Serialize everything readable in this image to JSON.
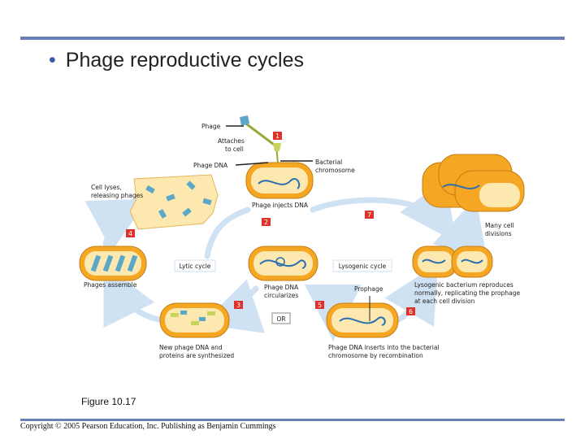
{
  "slide": {
    "bullet": "•",
    "title": "Phage reproductive cycles",
    "figure_label": "Figure 10.17",
    "copyright": "Copyright © 2005 Pearson Education, Inc. Publishing as Benjamin Cummings"
  },
  "diagram": {
    "labels": {
      "phage": "Phage",
      "attaches_1": "Attaches",
      "attaches_2": "to cell",
      "phage_dna": "Phage DNA",
      "bact_chrom_1": "Bacterial",
      "bact_chrom_2": "chromosome",
      "cell_lyses_1": "Cell lyses,",
      "cell_lyses_2": "releasing phages",
      "phage_injects": "Phage injects DNA",
      "many_cell_1": "Many cell",
      "many_cell_2": "divisions",
      "lytic_cycle": "Lytic cycle",
      "lysogenic_cycle": "Lysogenic cycle",
      "phages_assemble": "Phages assemble",
      "circularizes_1": "Phage DNA",
      "circularizes_2": "circularizes",
      "prophage": "Prophage",
      "lysogenic_bact_1": "Lysogenic bacterium reproduces",
      "lysogenic_bact_2": "normally, replicating the prophage",
      "lysogenic_bact_3": "at each cell division",
      "or": "OR",
      "new_dna_1": "New phage DNA and",
      "new_dna_2": "proteins are synthesized",
      "inserts_1": "Phage DNA inserts into the bacterial",
      "inserts_2": "chromosome by recombination"
    },
    "steps": {
      "s1": "1",
      "s2": "2",
      "s3": "3",
      "s4": "4",
      "s5": "5",
      "s6": "6",
      "s7": "7"
    },
    "colors": {
      "cell_fill": "#f5a623",
      "cell_inner": "#fde8b0",
      "dna": "#2a6fb0",
      "arrow": "#cfe2f3",
      "step_badge": "#e0312b",
      "bar": "#6b7fb8"
    }
  }
}
